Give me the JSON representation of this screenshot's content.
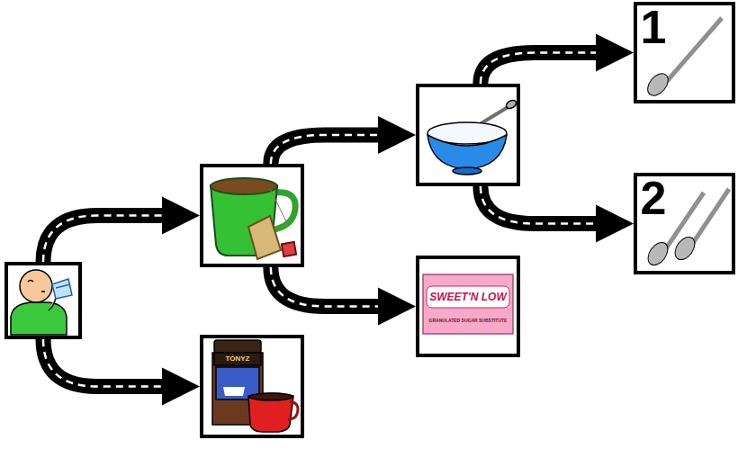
{
  "diagram": {
    "nodes": [
      {
        "text": []
      },
      {
        "text": []
      },
      {
        "text": [
          "TONYZ"
        ]
      },
      {
        "text": []
      },
      {
        "text": [
          "SWEET'N LOW",
          "GRANULATED SUGAR SUBSTITUTE"
        ]
      },
      {
        "text": [
          "1"
        ]
      },
      {
        "text": [
          "2"
        ]
      }
    ],
    "edges": [
      {
        "from": 0,
        "to": 1,
        "arrow": "to"
      },
      {
        "from": 0,
        "to": 2,
        "arrow": "to"
      },
      {
        "from": 1,
        "to": 3,
        "arrow": "to"
      },
      {
        "from": 1,
        "to": 4,
        "arrow": "to"
      },
      {
        "from": 3,
        "to": 5,
        "arrow": "to"
      },
      {
        "from": 3,
        "to": 6,
        "arrow": "to"
      }
    ]
  }
}
